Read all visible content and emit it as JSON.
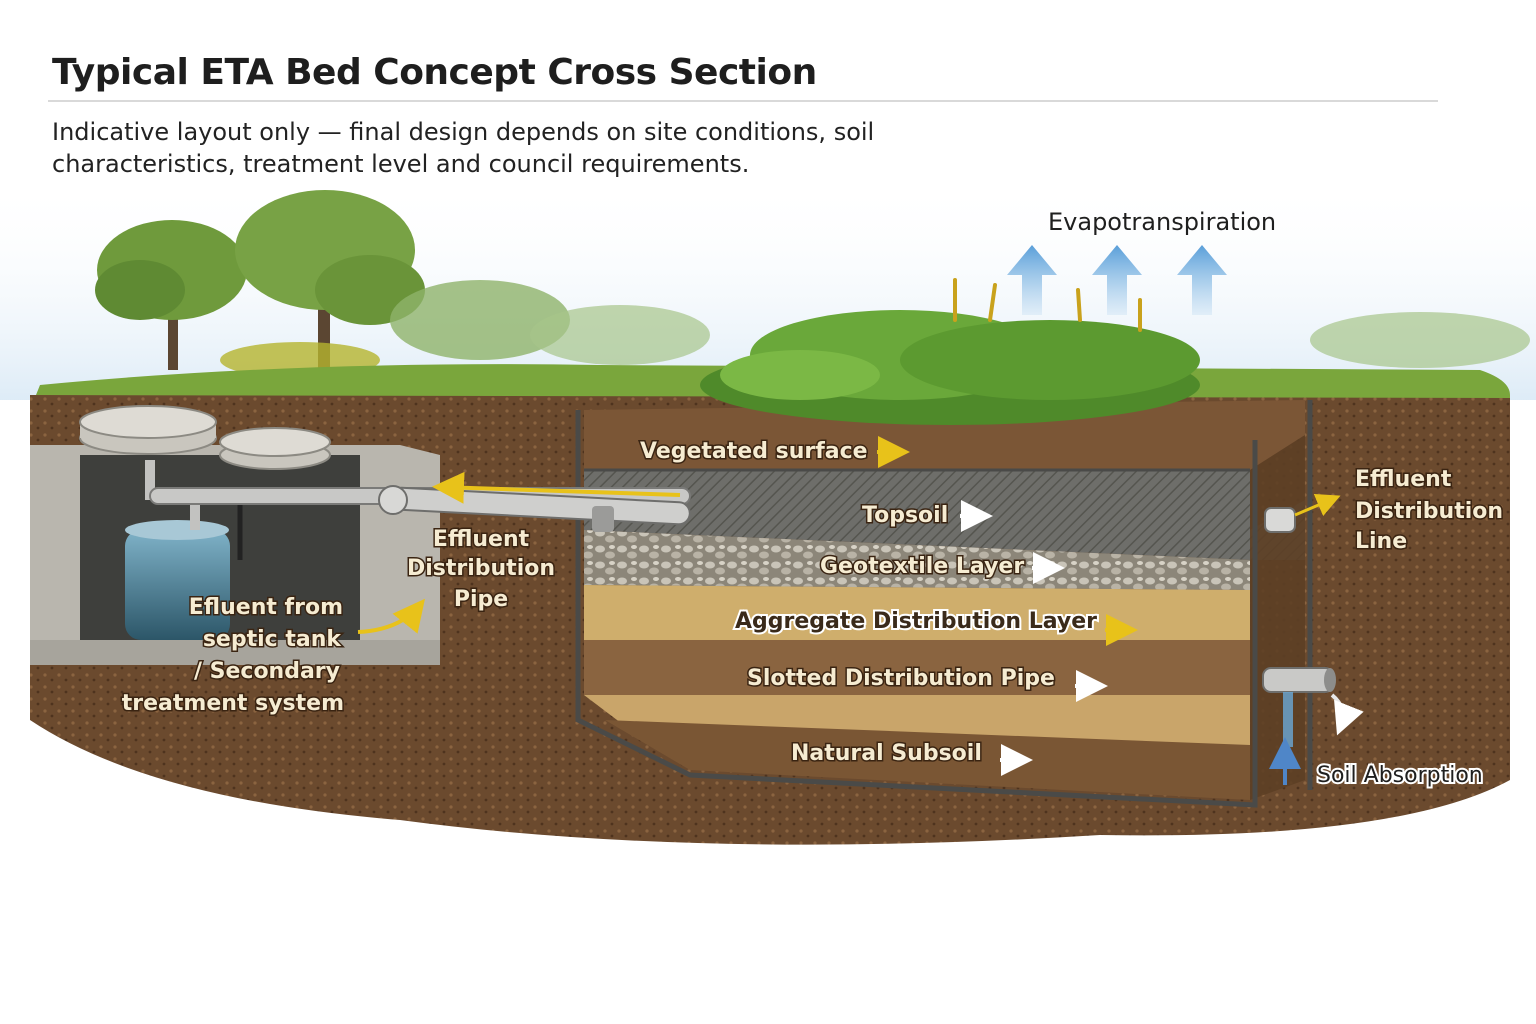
{
  "title": "Typical ETA Bed Concept Cross Section",
  "subtitle": "Indicative layout only — final design depends on site conditions, soil characteristics, treatment level and council requirements.",
  "labels": {
    "evapotranspiration": "Evapotranspiration",
    "vegetated_surface": "Vegetated surface",
    "topsoil": "Topsoil",
    "geotextile": "Geotextile Layer",
    "aggregate": "Aggregate Distribution Layer",
    "slotted_pipe": "Slotted Distribution Pipe",
    "natural_subsoil": "Natural Subsoil",
    "effluent_pipe": [
      "Effluent",
      "Distribution",
      "Pipe"
    ],
    "effluent_line": [
      "Effluent",
      "Distribution",
      "Line"
    ],
    "effluent_source": [
      "Efluent from",
      "septic tank",
      "/ Secondary",
      "treatment system"
    ],
    "soil_absorption": "Soil Absorption"
  },
  "colors": {
    "grass": "#7aa63c",
    "soil": "#6b4a2e",
    "topsoil": "#5c5c58",
    "gravel": "#9a958c",
    "aggregate": "#cfae6c",
    "subsoil": "#7a5634",
    "sand": "#c9a56a",
    "arrow_accent": "#e8c21a",
    "evap_arrow": "#7fb7e4"
  }
}
